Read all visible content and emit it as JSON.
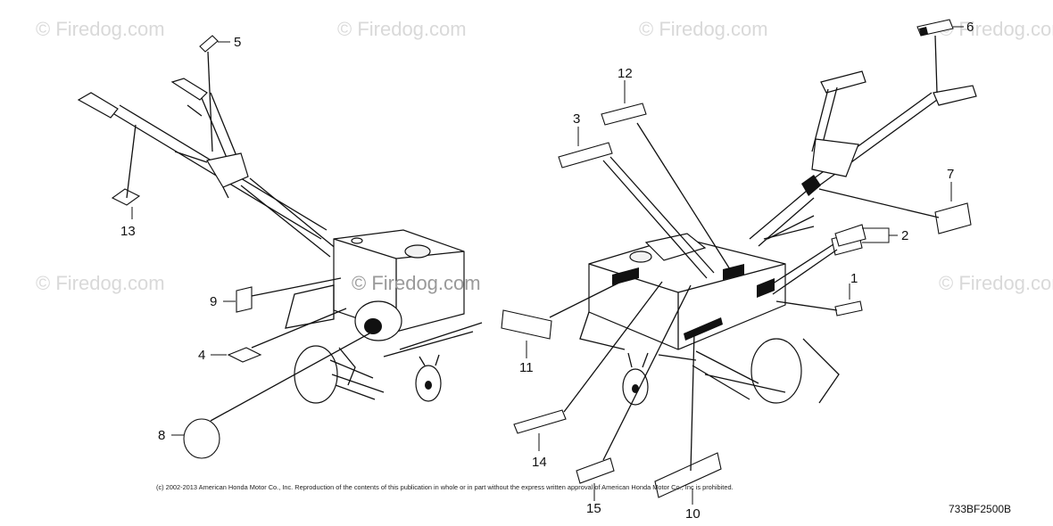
{
  "watermark": {
    "text": "© Firedog.com"
  },
  "callouts": [
    "1",
    "2",
    "3",
    "4",
    "5",
    "6",
    "7",
    "8",
    "9",
    "10",
    "11",
    "12",
    "13",
    "14",
    "15"
  ],
  "copyright": "(c) 2002-2013 American Honda Motor Co., Inc. Reproduction of the contents of this publication in whole or in part without the express written approval of American Honda Motor Co., Inc is prohibited.",
  "diagram_code": "733BF2500B"
}
